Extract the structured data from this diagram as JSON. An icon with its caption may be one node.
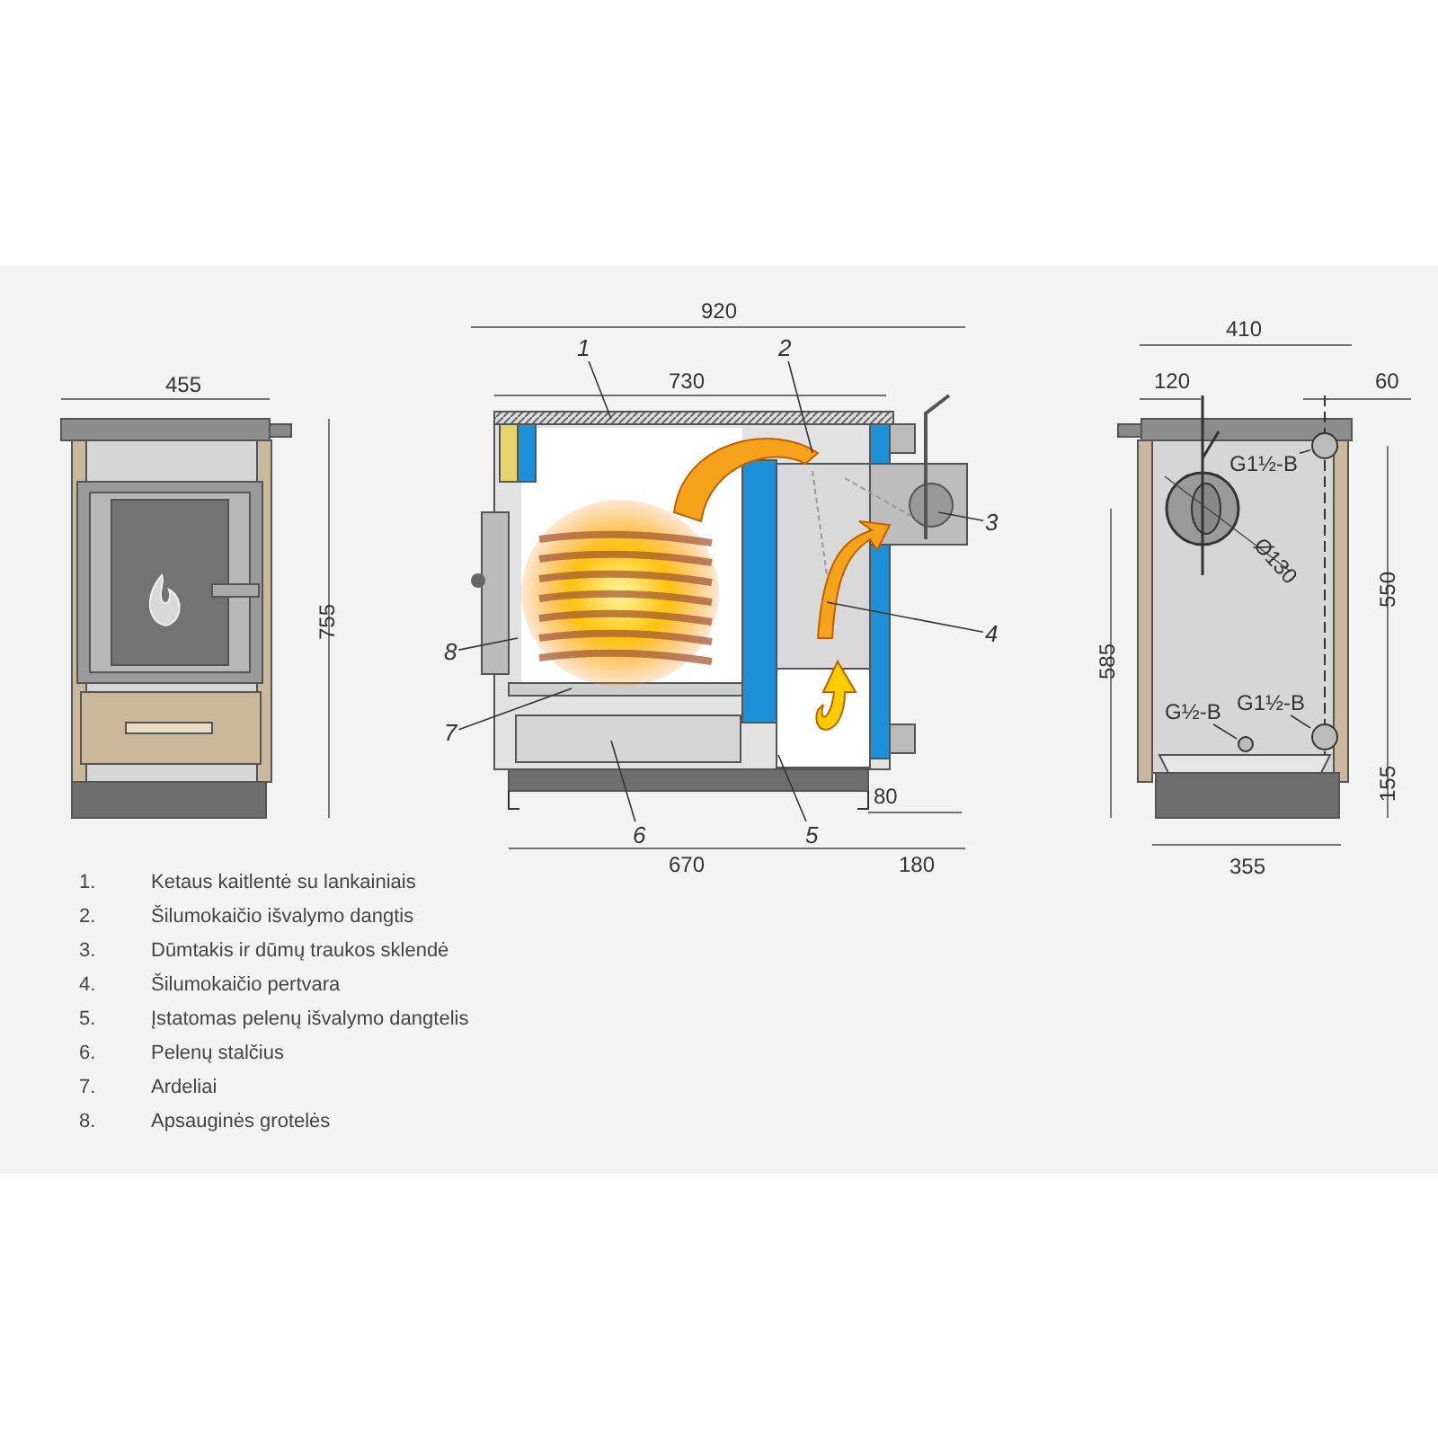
{
  "diagram": {
    "nodes": [
      {
        "text": [
          "1"
        ]
      },
      {
        "text": [
          "2"
        ]
      },
      {
        "text": [
          "3"
        ]
      },
      {
        "text": [
          "4"
        ]
      },
      {
        "text": [
          "5"
        ]
      },
      {
        "text": [
          "6"
        ]
      },
      {
        "text": [
          "7"
        ]
      },
      {
        "text": [
          "8"
        ]
      },
      {
        "text": [
          "G1½-B"
        ]
      },
      {
        "text": [
          "G½-B"
        ]
      },
      {
        "text": [
          "G1½-B"
        ]
      },
      {
        "text": [],
        "shape": "circle"
      },
      {
        "text": [],
        "shape": "circle"
      },
      {
        "text": [],
        "shape": "circle"
      }
    ],
    "edges": [
      {
        "from": 0,
        "to": null,
        "arrow": "none"
      },
      {
        "from": 1,
        "to": null,
        "arrow": "none"
      },
      {
        "from": 2,
        "to": null,
        "arrow": "none"
      },
      {
        "from": 3,
        "to": null,
        "arrow": "none"
      },
      {
        "from": 4,
        "to": null,
        "arrow": "none"
      },
      {
        "from": 5,
        "to": null,
        "arrow": "none"
      },
      {
        "from": 6,
        "to": null,
        "arrow": "none"
      },
      {
        "from": 7,
        "to": null,
        "arrow": "none"
      },
      {
        "from": 8,
        "to": 11,
        "arrow": "none"
      },
      {
        "from": 9,
        "to": 12,
        "arrow": "none"
      },
      {
        "from": 10,
        "to": 13,
        "arrow": "none"
      }
    ],
    "labels": [
      "455",
      "755",
      "920",
      "730",
      "80",
      "670",
      "180",
      "410",
      "120",
      "60",
      "Ø130",
      "550",
      "585",
      "155",
      "355",
      "1.",
      "Ketaus kaitlentė su lankainiais",
      "2.",
      "Šilumokaičio išvalymo dangtis",
      "3.",
      "Dūmtakis ir dūmų traukos sklendė",
      "4.",
      "Šilumokaičio pertvara",
      "5.",
      "Įstatomas pelenų išvalymo dangtelis",
      "6.",
      "Pelenų stalčius",
      "7.",
      "Ardeliai",
      "8.",
      "Apsauginės grotelės"
    ]
  }
}
